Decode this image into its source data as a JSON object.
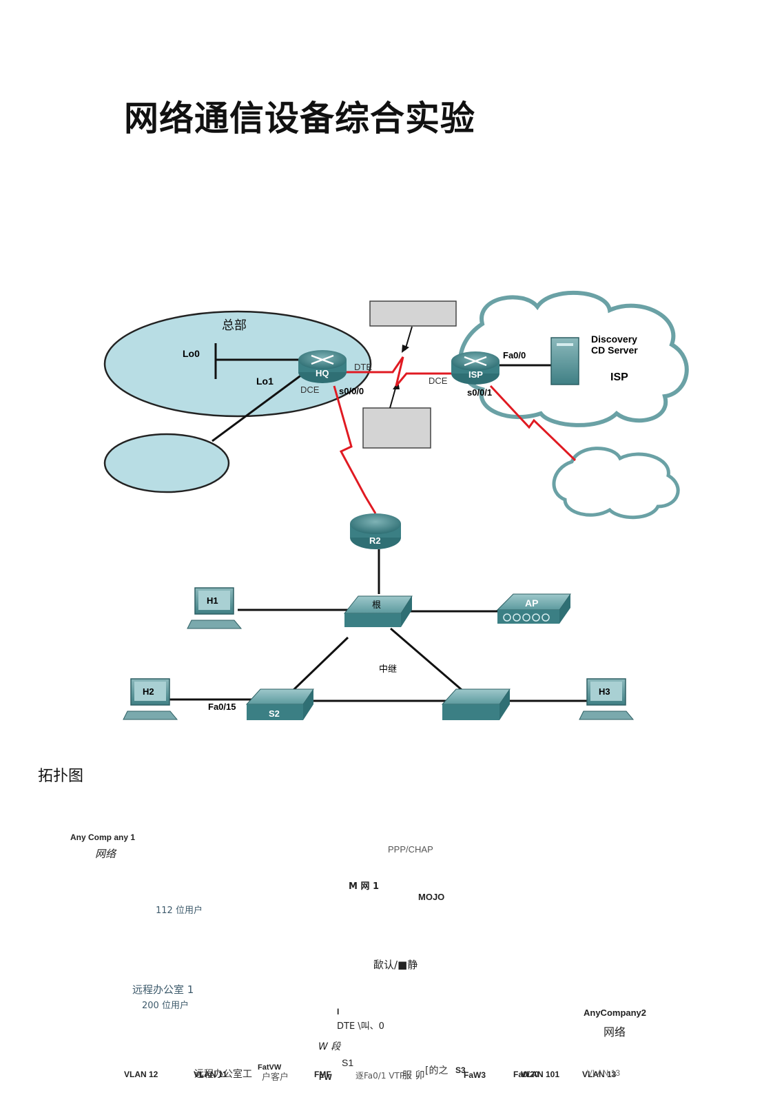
{
  "document": {
    "title": "网络通信设备综合实验",
    "caption": "拓扑图"
  },
  "diagram": {
    "hq_area_label": "总部",
    "lo0": "Lo0",
    "lo1": "Lo1",
    "hq": "HQ",
    "isp_router": "ISP",
    "r2": "R2",
    "dte_left": "DTE",
    "dce_left": "DCE",
    "dce_right": "DCE",
    "s0_0_0": "s0/0/0",
    "s0_0_1": "s0/0/1",
    "fa0_0": "Fa0/0",
    "server_line1": "Discovery",
    "server_line2": "CD Server",
    "isp_cloud_label": "ISP",
    "h1": "H1",
    "h2": "H2",
    "h3": "H3",
    "ap": "AP",
    "s1_label": "根",
    "s2": "S2",
    "fa0_15": "Fa0/15",
    "trunk": "中继"
  },
  "overlay": {
    "anycompany1": "Any Comp any 1",
    "net1": "网络",
    "ppp_chap": "PPP/CHAP",
    "m_net": "M 网 1",
    "mojo": "MOJO",
    "users112": "112 位用户",
    "default_static": "歃认/■静",
    "remote_office1": "远程办公室 1",
    "users200": "200 位用户",
    "i_mark": "I",
    "anycompany2": "AnyCompany2",
    "dte_line": "DTE \\叫、0",
    "net2": "网络",
    "w_mark": "W 段",
    "s1_mark": "S1",
    "bottom": {
      "vlan12": "VLAN 12",
      "vlan11": "VLAN 11",
      "remote_office": "远程办公室工",
      "fatvw": "FatVW",
      "client": "户客户",
      "fmf": "FMF",
      "fw": "FW",
      "vtp_fa": "逐Fa0/1 VTP",
      "service": "服 卯",
      "of": "[的之",
      "s3": "S3",
      "fa_w3": "FaW3",
      "fa0_20": "Fa0/20",
      "vlan101": "VLAN 101",
      "vlan13": "VLAN 13",
      "vlan13b": "VLAN 13"
    }
  }
}
